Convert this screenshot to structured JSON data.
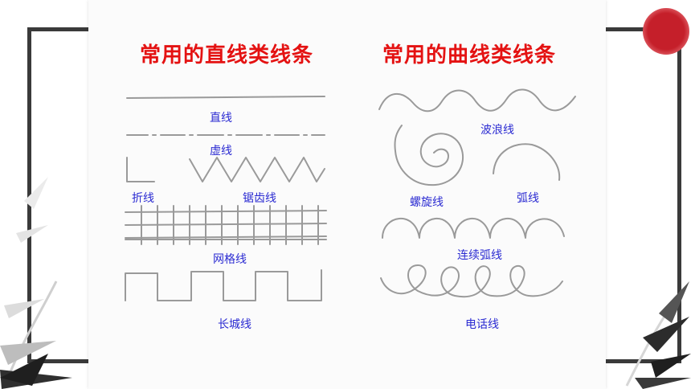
{
  "headings": {
    "straight": "常用的直线类线条",
    "curved": "常用的曲线类线条"
  },
  "labels": {
    "straight_line": "直线",
    "dashed_line": "虚线",
    "polyline": "折线",
    "sawtooth_line": "锯齿线",
    "grid_line": "网格线",
    "greatwall_line": "长城线",
    "wave_line": "波浪线",
    "spiral_line": "螺旋线",
    "arc_line": "弧线",
    "continuous_arc_line": "连续弧线",
    "telephone_line": "电话线"
  },
  "colors": {
    "heading": "#e41212",
    "label": "#2b2bd2",
    "stroke": "#9a9a9a",
    "sun": "#c51f2a"
  }
}
